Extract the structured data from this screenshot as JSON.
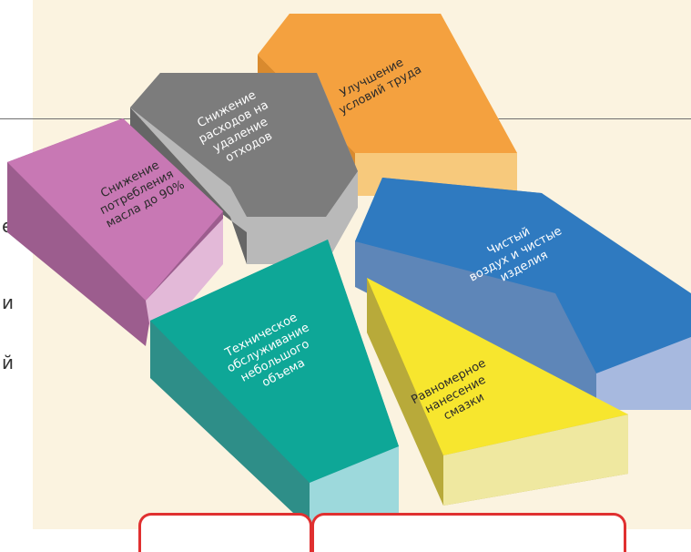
{
  "segments": [
    {
      "id": "working-conditions",
      "lines": [
        "Улучшение",
        "условий труда"
      ],
      "color": "#f4a13f"
    },
    {
      "id": "waste-costs",
      "lines": [
        "Снижение",
        "расходов на",
        "удаление",
        "отходов"
      ],
      "color": "#7c7c7c"
    },
    {
      "id": "oil-consumption",
      "lines": [
        "Снижение",
        "потребления",
        "масла до 90%"
      ],
      "color": "#c878b4"
    },
    {
      "id": "clean-air",
      "lines": [
        "Чистый",
        "воздух и чистые",
        "изделия"
      ],
      "color": "#2f7ac0"
    },
    {
      "id": "maintenance",
      "lines": [
        "Техническое",
        "обслуживание",
        "небольшого",
        "объема"
      ],
      "color": "#0ea797"
    },
    {
      "id": "uniform-lubrication",
      "lines": [
        "Равномерное",
        "нанесение",
        "смазки"
      ],
      "color": "#f7e62e"
    }
  ],
  "edge_text": [
    "е",
    "и",
    "й"
  ]
}
